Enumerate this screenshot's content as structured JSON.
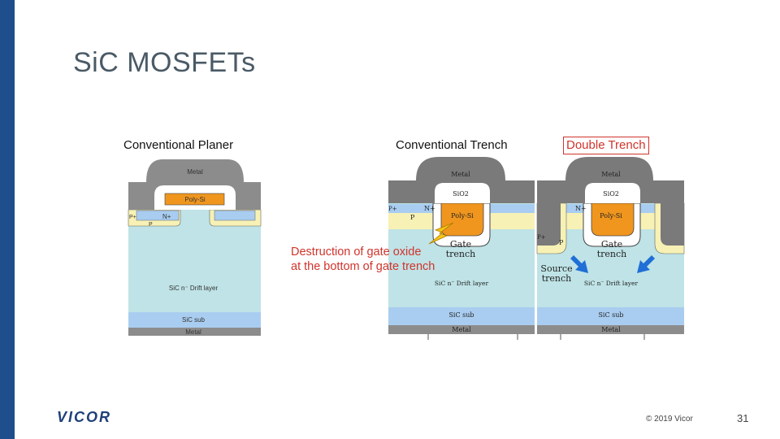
{
  "slide": {
    "title": "SiC MOSFETs"
  },
  "diagrams": {
    "planar": {
      "caption": "Conventional Planer",
      "labels": {
        "metal_top": "Metal",
        "poly": "Poly-Si",
        "nplus": "N+",
        "pplus": "P+",
        "p": "P",
        "drift": "SiC n⁻ Drift layer",
        "sub": "SiC sub",
        "metal_bottom": "Metal"
      }
    },
    "trench": {
      "caption": "Conventional Trench",
      "labels": {
        "metal_top": "Metal",
        "sio2": "SiO2",
        "poly": "Poly-Si",
        "nplus": "N+",
        "pplus": "P+",
        "p": "P",
        "gate_trench": "Gate\ntrench",
        "drift": "SiC n⁻ Drift layer",
        "sub": "SiC sub",
        "metal_bottom": "Metal"
      }
    },
    "double_trench": {
      "caption": "Double Trench",
      "labels": {
        "metal_top": "Metal",
        "sio2": "SiO2",
        "poly": "Poly-Si",
        "nplus": "N+",
        "pplus": "P+",
        "p": "P",
        "gate_trench": "Gate\ntrench",
        "source_trench": "Source\ntrench",
        "drift": "SiC n⁻ Drift layer",
        "sub": "SiC sub",
        "metal_bottom": "Metal"
      }
    }
  },
  "callout": {
    "line1": "Destruction of gate oxide",
    "line2": "at the bottom of gate trench"
  },
  "footer": {
    "logo": "VICOR",
    "copyright": "© 2019 Vicor",
    "page": "31"
  },
  "colors": {
    "accent_bar": "#1f4e8c",
    "highlight": "#d0342c",
    "drift": "#bfe3e6",
    "sub": "#a9cdf0",
    "metal": "#8c8c8c",
    "poly": "#f0961e",
    "pregion": "#f7f1b5"
  }
}
